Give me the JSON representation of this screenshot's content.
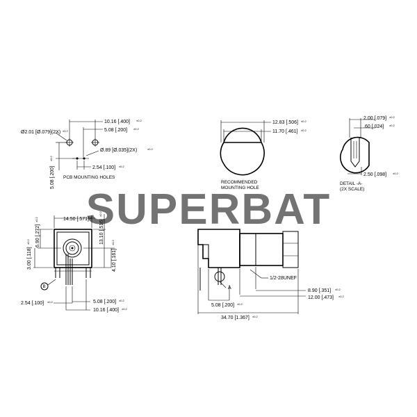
{
  "watermark": "SUPERBAT",
  "pcb": {
    "dim_hole_dia": "Ø2.01 [Ø.079](2X)",
    "dim_hole_dia_tol": "±0.2",
    "dim_10_16": "10.16 [.400]",
    "dim_10_16_tol": "±0.2",
    "dim_5_08": "5.08 [.200]",
    "dim_5_08_tol": "±0.2",
    "dim_pin_dia": "Ø.89 [Ø.035](2X)",
    "dim_pin_dia_tol": "±0.2",
    "dim_2_54": "2.54 [.100]",
    "dim_2_54_tol": "±0.2",
    "dim_vert": "5.08 [.200]",
    "dim_vert_tol": "±0.2",
    "caption": "PCB MOUNTING HOLES"
  },
  "mounting": {
    "dim_12_83": "12.83 [.506]",
    "dim_12_83_tol": "±0.2",
    "dim_11_70": "11.70 [.461]",
    "dim_11_70_tol": "±0.2",
    "caption_line1": "RECOMMENDED",
    "caption_line2": "MOUNTING HOLE"
  },
  "detail": {
    "dim_2_00": "2.00 [.079]",
    "dim_2_00_tol": "±0.2",
    "dim_60": ".60 [.024]",
    "dim_60_tol": "±0.2",
    "dim_2_50": "2.50 [.098]",
    "dim_2_50_tol": "±0.2",
    "caption_line1": "DETAIL -A-",
    "caption_line2": "(2X SCALE)"
  },
  "front": {
    "dim_14_50": "14.50 [.571]",
    "dim_14_50_tol": "±0.2",
    "dim_13_10": "13.10 [.516]",
    "dim_13_10_tol": "±0.2",
    "dim_6_90": "6.90 [.272]",
    "dim_6_90_tol": "±0.2",
    "dim_3_00": "3.00 [.118]",
    "dim_3_00_tol": "±0.2",
    "dim_4_10": "4.10 [.161]",
    "dim_4_10_tol": "±0.2",
    "dim_2_54": "2.54 [.100]",
    "dim_2_54_tol": "±0.2",
    "dim_5_08": "5.08 [.200]",
    "dim_5_08_tol": "±0.2",
    "dim_10_16": "10.16 [.400]",
    "dim_10_16_tol": "±0.2",
    "marker": "B"
  },
  "side": {
    "thread": "1/2-28UNEF",
    "detail_ref": "A",
    "dim_8_90": "8.90 [.351]",
    "dim_8_90_tol": "±0.2",
    "dim_12_00": "12.00 [.473]",
    "dim_12_00_tol": "±0.2",
    "dim_5_08": "5.08 [.200]",
    "dim_5_08_tol": "±0.2",
    "dim_34_70": "34.70 [1.367]",
    "dim_34_70_tol": "±0.2"
  }
}
